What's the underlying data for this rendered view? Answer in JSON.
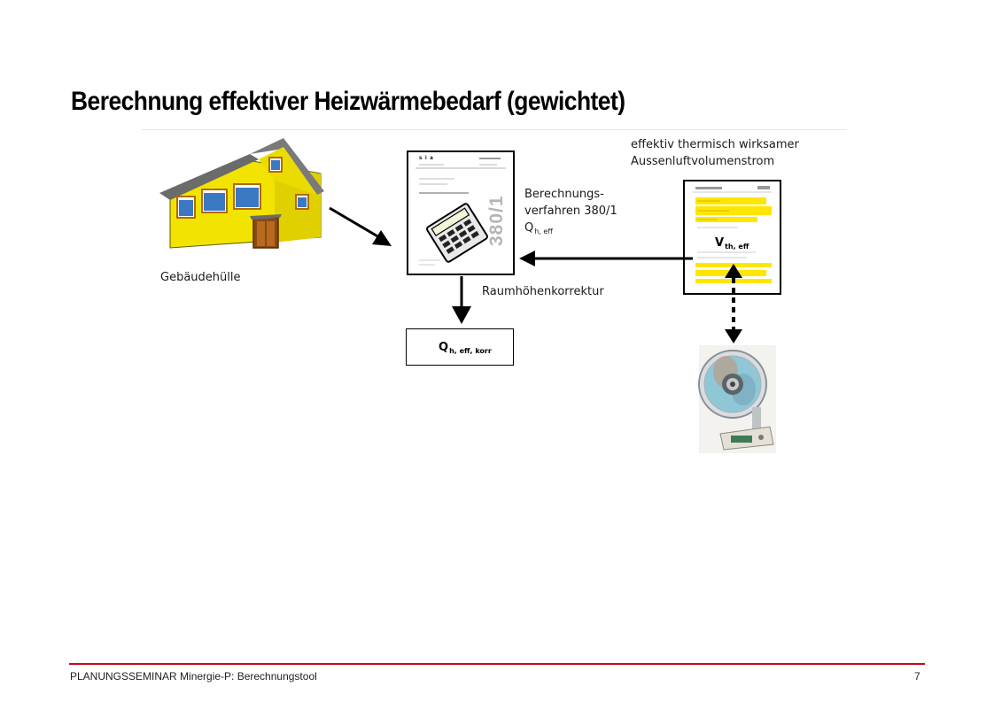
{
  "slide": {
    "title": "Berechnung effektiver Heizwärmebedarf (gewichtet)"
  },
  "diagram": {
    "building_label": "Gebäudehülle",
    "calc_label_line1": "Berechnungs-",
    "calc_label_line2": "verfahren 380/1",
    "calc_q_main": "Q",
    "calc_q_sub": "h, eff",
    "doc_header": "s i a",
    "doc_side_text": "380/1",
    "correction_label": "Raumhöhenkorrektur",
    "result_main": "Q",
    "result_sub": "h, eff, korr",
    "airflow_line1": "effektiv thermisch wirksamer",
    "airflow_line2": "Aussenluftvolumenstrom",
    "airflow_main": "V",
    "airflow_sub": "th, eff"
  },
  "footer": {
    "text": "PLANUNGSSEMINAR Minergie-P: Berechnungstool",
    "page": "7"
  },
  "colors": {
    "accent_line": "#d0021b",
    "house_wall": "#f2e400",
    "house_roof": "#6b6b6b",
    "form_highlight": "#ffe600"
  },
  "icons": [
    "house-icon",
    "calculator-icon",
    "fan-icon",
    "arrow-icon"
  ]
}
